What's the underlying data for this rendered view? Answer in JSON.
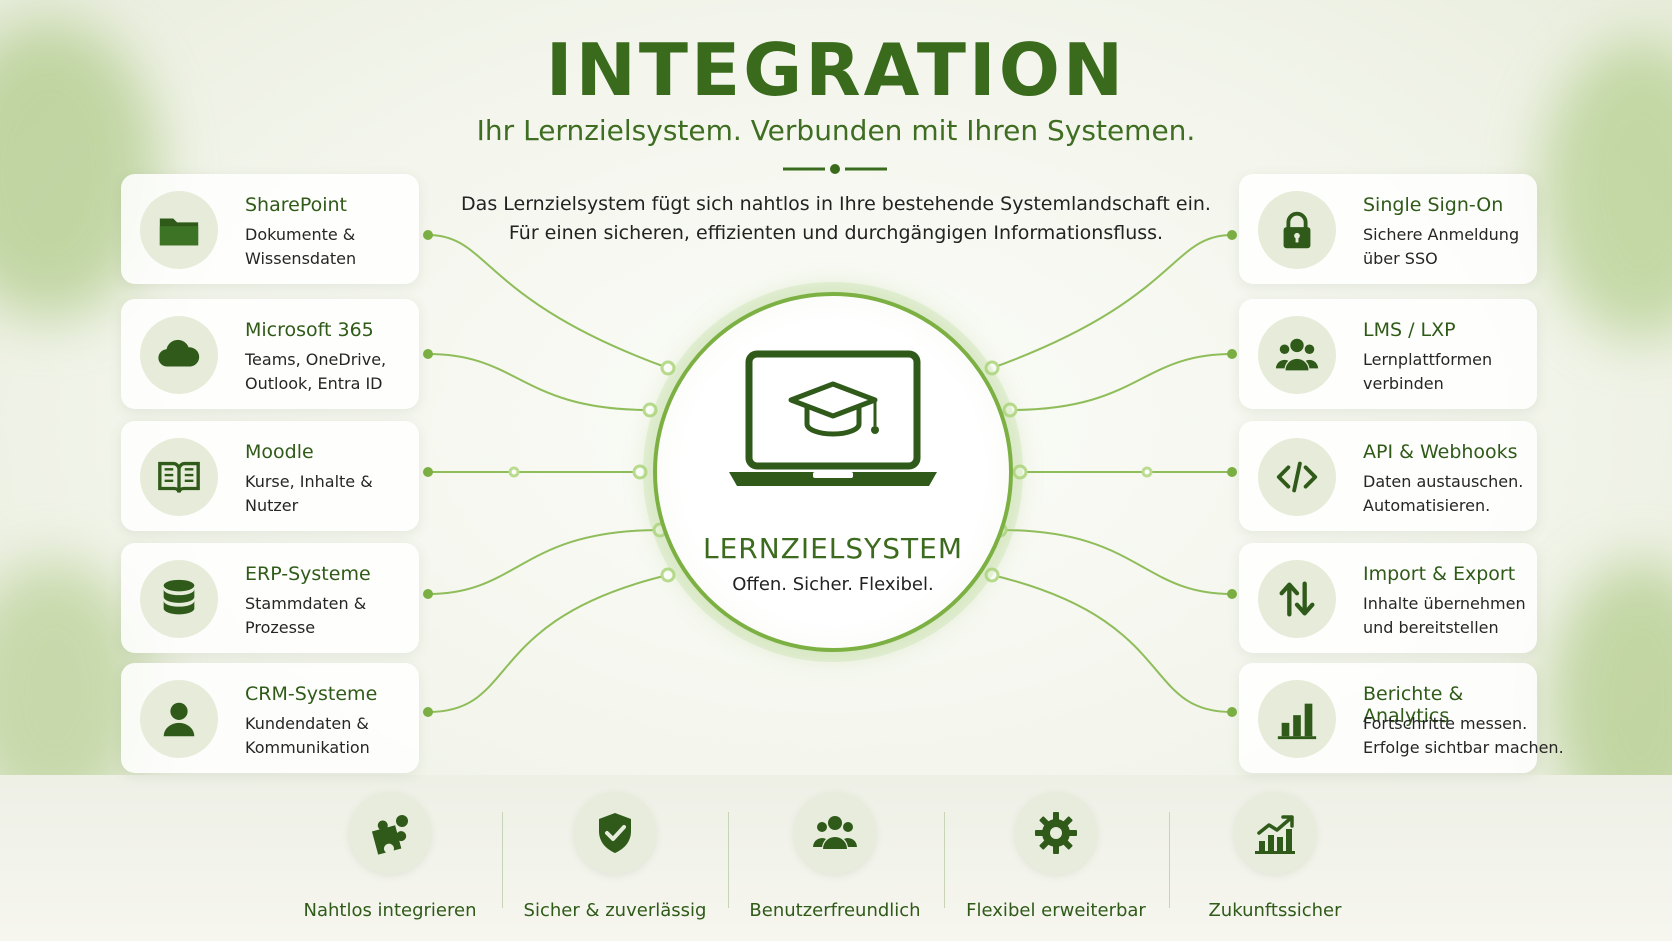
{
  "header": {
    "title": "INTEGRATION",
    "subtitle": "Ihr Lernzielsystem. Verbunden mit Ihren Systemen.",
    "intro_line1": "Das Lernzielsystem fügt sich nahtlos in Ihre bestehende Systemlandschaft ein.",
    "intro_line2": "Für einen sicheren, effizienten und durchgängigen Informationsfluss."
  },
  "hub": {
    "name": "LERNZIELSYSTEM",
    "tagline": "Offen. Sicher. Flexibel.",
    "icon": "laptop-graduation-cap-icon"
  },
  "left_cards": [
    {
      "title": "SharePoint",
      "desc1": "Dokumente &",
      "desc2": "Wissensdaten",
      "icon": "folder-icon"
    },
    {
      "title": "Microsoft 365",
      "desc1": "Teams, OneDrive,",
      "desc2": "Outlook, Entra ID",
      "icon": "cloud-icon"
    },
    {
      "title": "Moodle",
      "desc1": "Kurse, Inhalte &",
      "desc2": "Nutzer",
      "icon": "book-icon"
    },
    {
      "title": "ERP-Systeme",
      "desc1": "Stammdaten &",
      "desc2": "Prozesse",
      "icon": "database-icon"
    },
    {
      "title": "CRM-Systeme",
      "desc1": "Kundendaten &",
      "desc2": "Kommunikation",
      "icon": "user-icon"
    }
  ],
  "right_cards": [
    {
      "title": "Single Sign-On",
      "desc1": "Sichere Anmeldung",
      "desc2": "über SSO",
      "icon": "lock-icon"
    },
    {
      "title": "LMS / LXP",
      "desc1": "Lernplattformen",
      "desc2": "verbinden",
      "icon": "users-icon"
    },
    {
      "title": "API & Webhooks",
      "desc1": "Daten austauschen.",
      "desc2": "Automatisieren.",
      "icon": "code-icon"
    },
    {
      "title": "Import & Export",
      "desc1": "Inhalte übernehmen",
      "desc2": "und bereitstellen",
      "icon": "arrows-up-down-icon"
    },
    {
      "title": "Berichte & Analytics",
      "desc1": "Fortschritte messen.",
      "desc2": "Erfolge sichtbar machen.",
      "icon": "bar-chart-icon"
    }
  ],
  "features": [
    {
      "label": "Nahtlos integrieren",
      "icon": "puzzle-icon"
    },
    {
      "label": "Sicher & zuverlässig",
      "icon": "shield-check-icon"
    },
    {
      "label": "Benutzerfreundlich",
      "icon": "users-icon"
    },
    {
      "label": "Flexibel erweiterbar",
      "icon": "gear-icon"
    },
    {
      "label": "Zukunftssicher",
      "icon": "growth-chart-icon"
    }
  ],
  "colors": {
    "primary": "#3a6b1c",
    "accent": "#7cb043",
    "icon": "#2f5a1a"
  }
}
